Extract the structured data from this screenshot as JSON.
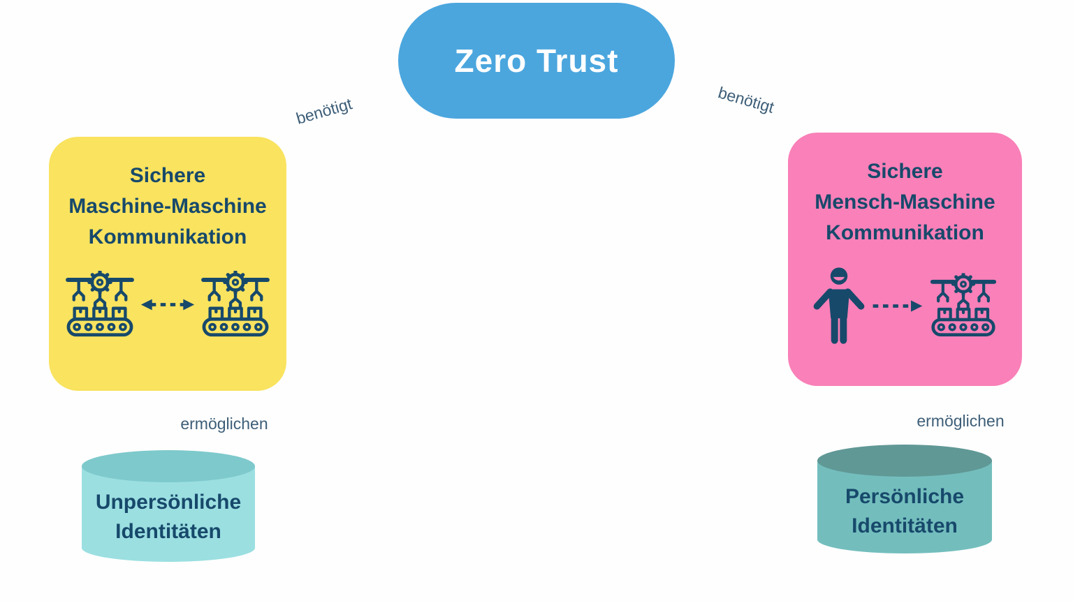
{
  "diagram": {
    "ink_color": "#17496B",
    "relation_label_color": "#3D5E78",
    "background": "#FEFEFE",
    "title_node": {
      "label": "Zero Trust",
      "fill": "#4BA6DE",
      "text_color": "#FFFFFF"
    },
    "relations": {
      "benoetigt_left": "benötigt",
      "benoetigt_right": "benötigt",
      "ermoeglichen_left": "ermöglichen",
      "ermoeglichen_right": "ermöglichen"
    },
    "machine_machine_node": {
      "lines": [
        "Sichere",
        "Maschine-Maschine",
        "Kommunikation"
      ],
      "fill": "#F9E35F",
      "illustration": "two factory machines linked by double dashed arrow"
    },
    "human_machine_node": {
      "lines": [
        "Sichere",
        "Mensch-Maschine",
        "Kommunikation"
      ],
      "fill": "#F980B8",
      "illustration": "person linked to factory machine by dashed arrow"
    },
    "impersonal_identities_db": {
      "lines": [
        "Unpersönliche",
        "Identitäten"
      ],
      "body_fill": "#9BDFE1",
      "top_fill": "#7EC9CC"
    },
    "personal_identities_db": {
      "lines": [
        "Persönliche",
        "Identitäten"
      ],
      "body_fill": "#73BEBD",
      "top_fill": "#609896"
    }
  },
  "icons": {
    "factory_machine": "factory-machine-icon",
    "person": "person-icon",
    "double_dashed_arrow": "double-dashed-arrow-icon",
    "dashed_arrow_right": "dashed-arrow-right-icon"
  }
}
